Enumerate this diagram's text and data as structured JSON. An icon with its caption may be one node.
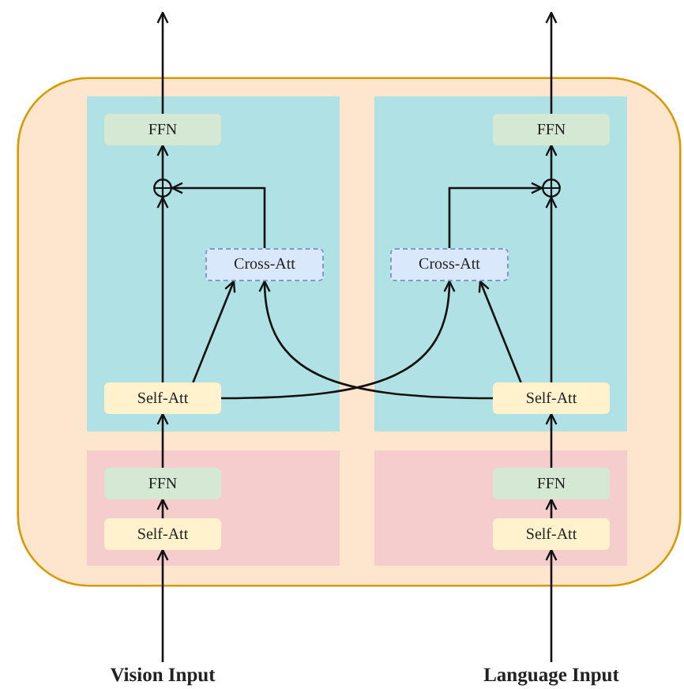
{
  "diagram": {
    "nodes": [
      {
        "text": [],
        "shape": "box"
      },
      {
        "text": [],
        "shape": "box",
        "in": 0
      },
      {
        "text": [
          "FFN"
        ],
        "in": 1
      },
      {
        "text": [],
        "shape": "circle",
        "in": 1
      },
      {
        "text": [
          "Cross-Att"
        ],
        "in": 1
      },
      {
        "text": [
          "Self-Att"
        ],
        "in": 1
      },
      {
        "text": [],
        "shape": "box",
        "in": 0
      },
      {
        "text": [
          "FFN"
        ],
        "in": 6
      },
      {
        "text": [],
        "shape": "circle",
        "in": 6
      },
      {
        "text": [
          "Cross-Att"
        ],
        "in": 6
      },
      {
        "text": [
          "Self-Att"
        ],
        "in": 6
      },
      {
        "text": [],
        "shape": "box",
        "in": 0
      },
      {
        "text": [
          "FFN"
        ],
        "in": 11
      },
      {
        "text": [
          "Self-Att"
        ],
        "in": 11
      },
      {
        "text": [],
        "shape": "box",
        "in": 0
      },
      {
        "text": [
          "FFN"
        ],
        "in": 14
      },
      {
        "text": [
          "Self-Att"
        ],
        "in": 14
      },
      {
        "text": [
          "Vision Input"
        ]
      },
      {
        "text": [
          "Language Input"
        ]
      }
    ],
    "edges": [
      {
        "from": 17,
        "to": 13,
        "arrow": "to"
      },
      {
        "from": 13,
        "to": 12,
        "arrow": "to"
      },
      {
        "from": 12,
        "to": 5,
        "arrow": "to"
      },
      {
        "from": 5,
        "to": 3,
        "arrow": "to"
      },
      {
        "from": 5,
        "to": 4,
        "arrow": "to"
      },
      {
        "from": 5,
        "to": 9,
        "arrow": "to"
      },
      {
        "from": 4,
        "to": 3,
        "arrow": "to"
      },
      {
        "from": 3,
        "to": 2,
        "arrow": "to"
      },
      {
        "from": 2,
        "to": null,
        "arrow": "to"
      },
      {
        "from": 18,
        "to": 16,
        "arrow": "to"
      },
      {
        "from": 16,
        "to": 15,
        "arrow": "to"
      },
      {
        "from": 15,
        "to": 10,
        "arrow": "to"
      },
      {
        "from": 10,
        "to": 8,
        "arrow": "to"
      },
      {
        "from": 10,
        "to": 9,
        "arrow": "to"
      },
      {
        "from": 10,
        "to": 4,
        "arrow": "to"
      },
      {
        "from": 9,
        "to": 8,
        "arrow": "to"
      },
      {
        "from": 8,
        "to": 7,
        "arrow": "to"
      },
      {
        "from": 7,
        "to": null,
        "arrow": "to"
      }
    ]
  }
}
